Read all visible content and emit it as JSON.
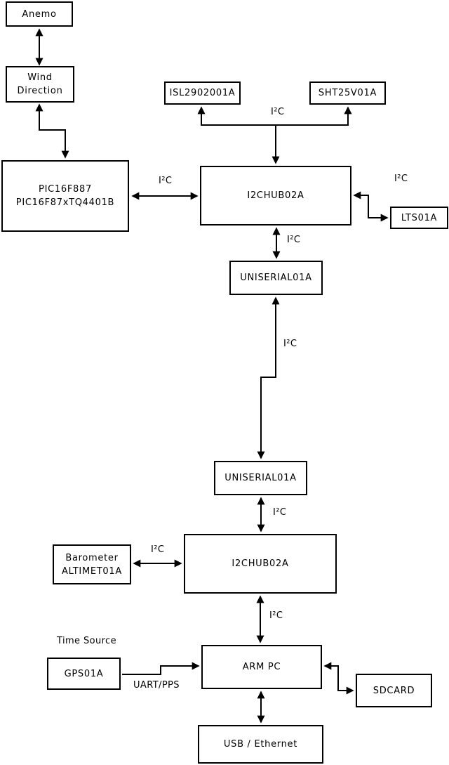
{
  "nodes": {
    "anemo": {
      "label": "Anemo"
    },
    "wind_direction": {
      "line1": "Wind",
      "line2": "Direction"
    },
    "pic": {
      "line1": "PIC16F887",
      "line2": "PIC16F87xTQ4401B"
    },
    "isl": {
      "label": "ISL2902001A"
    },
    "sht": {
      "label": "SHT25V01A"
    },
    "hub1": {
      "label": "I2CHUB02A"
    },
    "lts": {
      "label": "LTS01A"
    },
    "uniserial1": {
      "label": "UNISERIAL01A"
    },
    "uniserial2": {
      "label": "UNISERIAL01A"
    },
    "hub2": {
      "label": "I2CHUB02A"
    },
    "barometer": {
      "line1": "Barometer",
      "line2": "ALTIMET01A"
    },
    "gps": {
      "label": "GPS01A"
    },
    "arm_pc": {
      "label": "ARM PC"
    },
    "sdcard": {
      "label": "SDCARD"
    },
    "usb_ethernet": {
      "label": "USB / Ethernet"
    }
  },
  "labels": {
    "i2c_bus_top": "I²C",
    "i2c_pic_hub1": "I²C",
    "i2c_hub1_lts": "I²C",
    "i2c_hub1_uniserial1": "I²C",
    "i2c_uniserial_link": "I²C",
    "i2c_uniserial2_hub2": "I²C",
    "i2c_barometer_hub2": "I²C",
    "i2c_hub2_armpc": "I²C",
    "time_source": "Time Source",
    "uart_pps": "UART/PPS"
  },
  "colors": {
    "line": "#000000",
    "box_border": "#000000",
    "box_fill": "#ffffff",
    "background": "#ffffff",
    "text": "#000000"
  }
}
